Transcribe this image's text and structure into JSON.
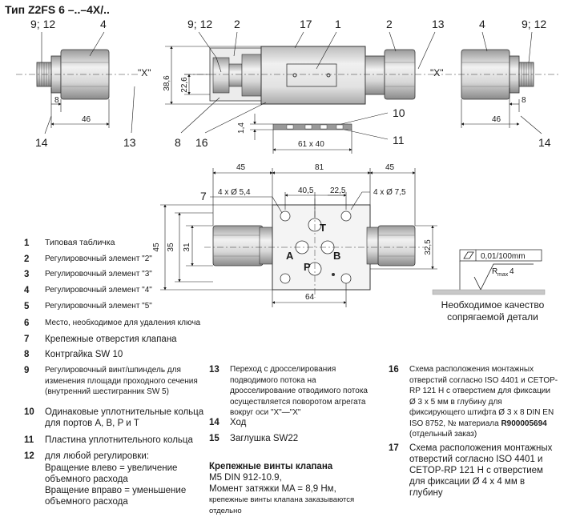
{
  "title": "Тип Z2FS 6 –..–4X/..",
  "labels": {
    "n9_12_left": "9; 12",
    "n4_left": "4",
    "x_left": "\"X\"",
    "d38_6": "38,6",
    "d22_6": "22,6",
    "n9_12_mid": "9; 12",
    "n2_mid": "2",
    "n17": "17",
    "n1": "1",
    "n2_right": "2",
    "n13_right": "13",
    "x_right": "\"X\"",
    "n4_right": "4",
    "n9_12_right": "9; 12",
    "d8_left": "8",
    "d46_left": "46",
    "n14_left": "14",
    "n13_left": "13",
    "n8_bottom": "8",
    "n16": "16",
    "n10": "10",
    "n11": "11",
    "d1_4": "1,4",
    "d61x40": "61 x 40",
    "d8_right": "8",
    "d46_right": "46",
    "n14_right": "14",
    "d45_l": "45",
    "d81": "81",
    "d45_r": "45",
    "n7": "7",
    "holes54": "4 x Ø 5,4",
    "d40_5": "40,5",
    "d22_5": "22,5",
    "holes75": "4 x Ø 7,5",
    "port_t": "T",
    "port_a": "A",
    "port_p": "P",
    "port_b": "B",
    "d45_h": "45",
    "d35": "35",
    "d31": "31",
    "d32_5": "32,5",
    "d64": "64",
    "flatness": "0,01/100mm",
    "rmax_r": "R",
    "rmax_sub": "max",
    "rmax_val": "4"
  },
  "quality_note": [
    "Необходимое качество",
    "сопрягаемой детали"
  ],
  "legend_left": [
    {
      "n": "1",
      "text": "Типовая табличка",
      "size": "mid"
    },
    {
      "n": "2",
      "text": "Регулировочный элемент \"2\"",
      "size": "small"
    },
    {
      "n": "3",
      "text": "Регулировочный элемент \"3\"",
      "size": "small"
    },
    {
      "n": "4",
      "text": "Регулировочный элемент \"4\"",
      "size": "small"
    },
    {
      "n": "5",
      "text": "Регулировочный элемент \"5\"",
      "size": "small"
    },
    {
      "n": "6",
      "text": "Место, необходимое для удаления ключа",
      "size": "small"
    },
    {
      "n": "7",
      "text": "Крепежные отверстия клапана",
      "size": ""
    },
    {
      "n": "8",
      "text": "Контргайка SW 10",
      "size": ""
    },
    {
      "n": "9",
      "text": "Регулировочный винт/шпиндель для изменения площади проходного сечения (внутренний шестигранник SW 5)",
      "size": "small"
    },
    {
      "n": "10",
      "text": "Одинаковые уплотнительные кольца для портов A, B, P и T",
      "size": ""
    },
    {
      "n": "11",
      "text": "Пластина уплотнительного кольца",
      "size": ""
    },
    {
      "n": "12",
      "text": "для любой регулировки:",
      "size": ""
    }
  ],
  "legend_12_extra": [
    "Вращение влево = увеличение",
    "объемного расхода",
    "Вращение вправо = уменьшение",
    "объемного расхода"
  ],
  "legend_mid": [
    {
      "n": "13",
      "text": "Переход с дросселирования подводимого потока на дросселирование отводимого потока осуществляется поворотом агрегата вокруг оси \"X\"—\"X\"",
      "size": "small"
    },
    {
      "n": "14",
      "text": "Ход",
      "size": ""
    },
    {
      "n": "15",
      "text": "Заглушка SW22",
      "size": ""
    }
  ],
  "valve_screws": {
    "title": "Крепежные винты клапана",
    "line1": "M5 DIN 912-10.9,",
    "line2": "Момент затяжки MA = 8,9 Нм,",
    "line3": "крепежные винты клапана заказываются отдельно"
  },
  "legend_right": [
    {
      "n": "16",
      "text": "Схема расположения монтажных отверстий согласно ISO 4401 и CETOP-RP 121 H с отверстием для фиксации Ø 3 x 5 мм в глубину для фиксирующего штифта Ø 3 x 8 DIN EN ISO 8752, № материала",
      "size": "small"
    },
    {
      "n": "17",
      "text": "Схема расположения монтажных отверстий согласно ISO 4401 и CETOP-RP 121 H с отверстием для фиксации Ø 4 x 4 мм в глубину",
      "size": ""
    }
  ],
  "legend_16_material": "R900005694",
  "legend_16_suffix": " (отдельный заказ)"
}
